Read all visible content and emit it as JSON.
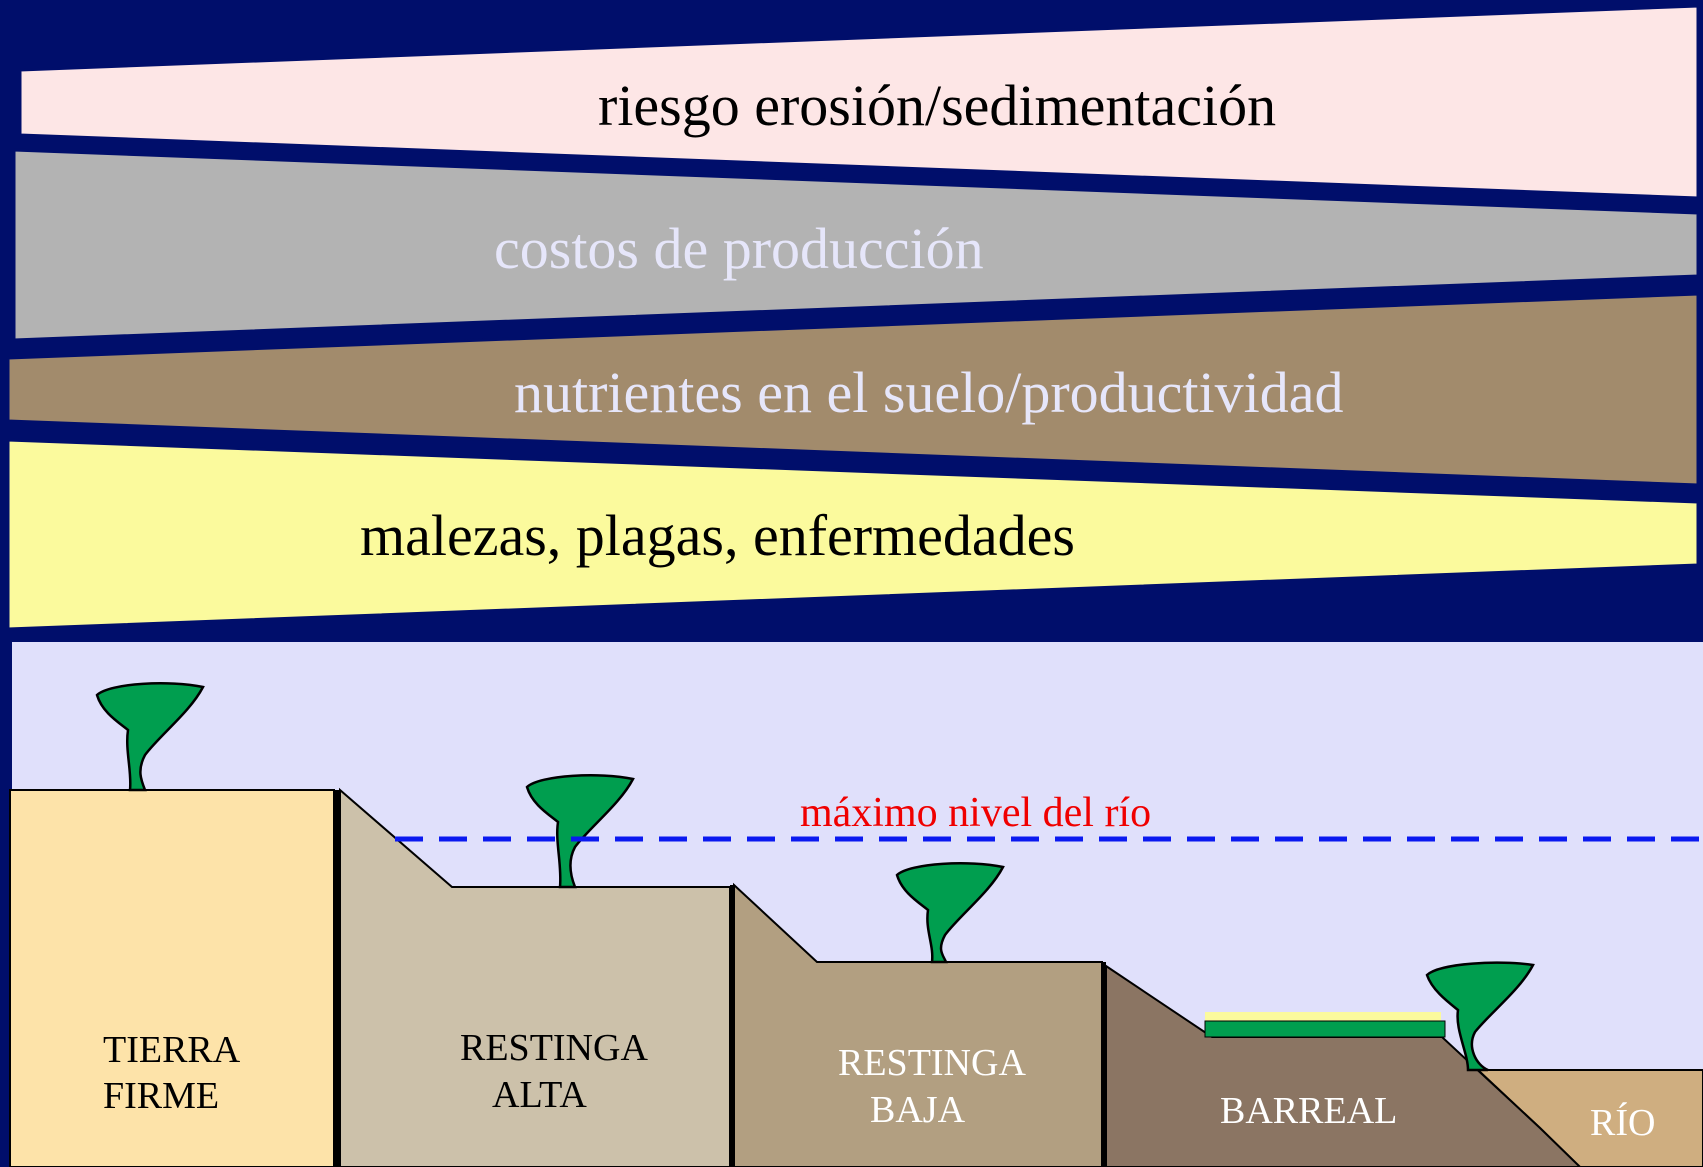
{
  "banners": {
    "erosion": "riesgo erosión/sedimentación",
    "costos": "costos  de producción",
    "nutrientes": "nutrientes en el suelo/productividad",
    "malezas": "malezas, plagas, enfermedades"
  },
  "river_level_label": "máximo nivel del río",
  "zones": {
    "tierra_firme": [
      "TIERRA",
      "FIRME"
    ],
    "restinga_alta": [
      "RESTINGA",
      "ALTA"
    ],
    "restinga_baja": [
      "RESTINGA",
      "BAJA"
    ],
    "barreal": "BARREAL",
    "rio": "RÍO"
  },
  "colors": {
    "background": "#000e6b",
    "erosion_band": "#fde6e6",
    "costos_band": "#b3b3b3",
    "nutrientes_band": "#a28b6c",
    "malezas_band": "#fbfa9d",
    "sky": "#e0e0fb",
    "tierra_firme": "#fde3a9",
    "restinga_alta": "#ccc1aa",
    "restinga_baja": "#b29f81",
    "barreal": "#8b7563",
    "rio": "#cfae80",
    "tree": "#009e4f",
    "river_level_line": "#0a19f0",
    "river_level_text": "#f00000"
  }
}
